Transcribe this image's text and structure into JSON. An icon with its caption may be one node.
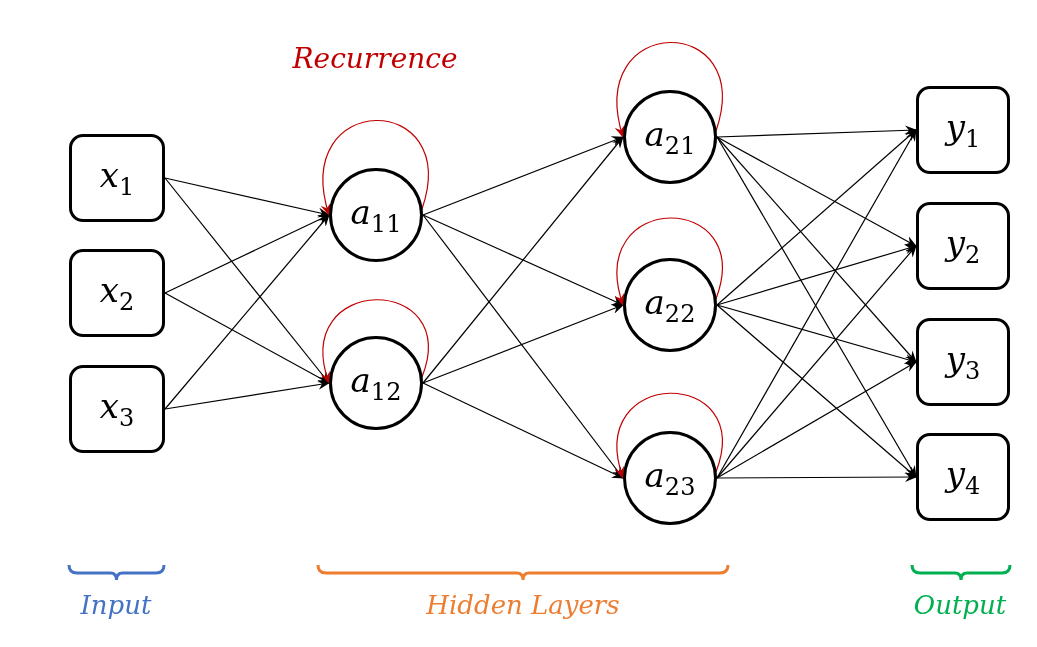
{
  "diagram": {
    "nodes": [
      {
        "text": [
          "*x*$_{1}$"
        ]
      },
      {
        "text": [
          "*x*$_{2}$"
        ]
      },
      {
        "text": [
          "*x*$_{3}$"
        ]
      },
      {
        "text": [
          "*a*$_{11}$"
        ]
      },
      {
        "text": [
          "*a*$_{12}$"
        ]
      },
      {
        "text": [
          "*a*$_{21}$"
        ]
      },
      {
        "text": [
          "*a*$_{22}$"
        ]
      },
      {
        "text": [
          "*a*$_{23}$"
        ]
      },
      {
        "text": [
          "*y*$_{1}$"
        ]
      },
      {
        "text": [
          "*y*$_{2}$"
        ]
      },
      {
        "text": [
          "*y*$_{3}$"
        ]
      },
      {
        "text": [
          "*y*$_{4}$"
        ]
      }
    ],
    "edges": [
      {
        "from": 0,
        "to": 3,
        "arrow": "to"
      },
      {
        "from": 0,
        "to": 4,
        "arrow": "to"
      },
      {
        "from": 1,
        "to": 3,
        "arrow": "to"
      },
      {
        "from": 1,
        "to": 4,
        "arrow": "to"
      },
      {
        "from": 2,
        "to": 3,
        "arrow": "to"
      },
      {
        "from": 2,
        "to": 4,
        "arrow": "to"
      },
      {
        "from": 3,
        "to": 3,
        "arrow": "to",
        "color": "#c00000"
      },
      {
        "from": 4,
        "to": 4,
        "arrow": "to",
        "color": "#c00000"
      },
      {
        "from": 3,
        "to": 5,
        "arrow": "to"
      },
      {
        "from": 3,
        "to": 6,
        "arrow": "to"
      },
      {
        "from": 3,
        "to": 7,
        "arrow": "to"
      },
      {
        "from": 4,
        "to": 5,
        "arrow": "to"
      },
      {
        "from": 4,
        "to": 6,
        "arrow": "to"
      },
      {
        "from": 4,
        "to": 7,
        "arrow": "to"
      },
      {
        "from": 5,
        "to": 5,
        "arrow": "to",
        "color": "#c00000"
      },
      {
        "from": 6,
        "to": 6,
        "arrow": "to",
        "color": "#c00000"
      },
      {
        "from": 7,
        "to": 7,
        "arrow": "to",
        "color": "#c00000"
      },
      {
        "from": 5,
        "to": 8,
        "arrow": "to"
      },
      {
        "from": 5,
        "to": 9,
        "arrow": "to"
      },
      {
        "from": 5,
        "to": 10,
        "arrow": "to"
      },
      {
        "from": 5,
        "to": 11,
        "arrow": "to"
      },
      {
        "from": 6,
        "to": 8,
        "arrow": "to"
      },
      {
        "from": 6,
        "to": 9,
        "arrow": "to"
      },
      {
        "from": 6,
        "to": 10,
        "arrow": "to"
      },
      {
        "from": 6,
        "to": 11,
        "arrow": "to"
      },
      {
        "from": 7,
        "to": 8,
        "arrow": "to"
      },
      {
        "from": 7,
        "to": 9,
        "arrow": "to"
      },
      {
        "from": 7,
        "to": 10,
        "arrow": "to"
      },
      {
        "from": 7,
        "to": 11,
        "arrow": "to"
      }
    ],
    "labels": [
      "Recurrence",
      "Input",
      "Hidden Layers",
      "Output"
    ]
  }
}
